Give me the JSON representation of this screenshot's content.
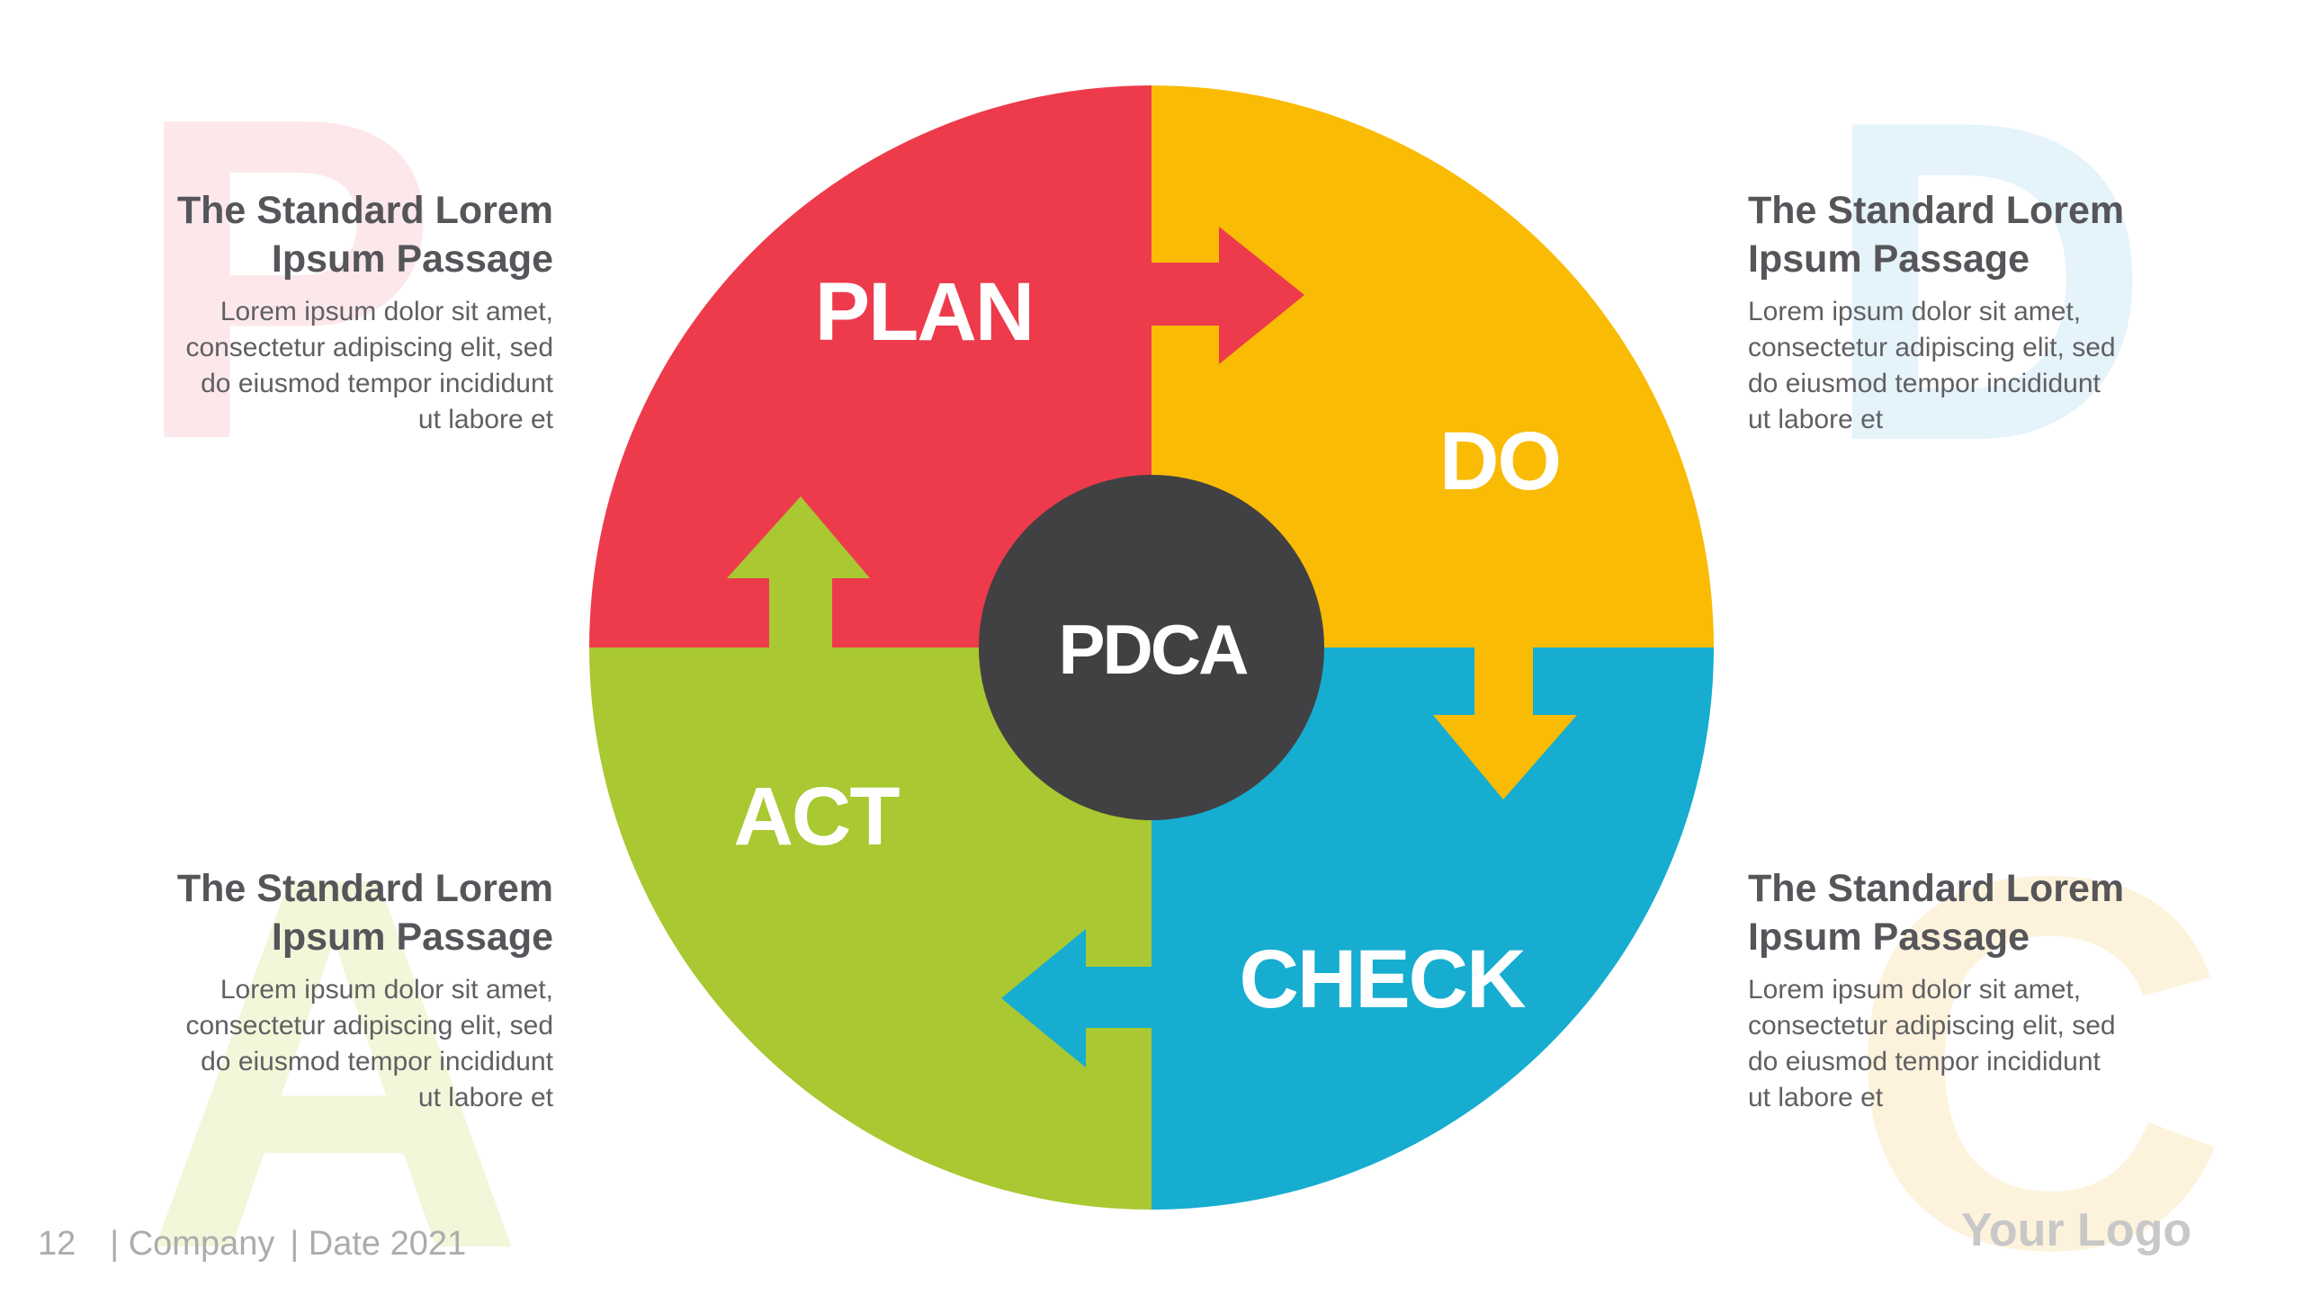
{
  "diagram": {
    "center_label": "PDCA",
    "center_color": "#414042",
    "segments": [
      {
        "label": "PLAN",
        "color": "#ED3B4C",
        "watermark": "P",
        "watermark_color": "#FCE8EA"
      },
      {
        "label": "DO",
        "color": "#F9BB04",
        "watermark": "D",
        "watermark_color": "#E5F3FA"
      },
      {
        "label": "CHECK",
        "color": "#16ADD0",
        "watermark": "C",
        "watermark_color": "#FDF3DC"
      },
      {
        "label": "ACT",
        "color": "#A9C831",
        "watermark": "A",
        "watermark_color": "#F4F6DA"
      }
    ]
  },
  "blocks": {
    "top_left": {
      "heading": "The Standard Lorem\nIpsum Passage",
      "body": "Lorem ipsum dolor sit amet,\nconsectetur adipiscing elit, sed\ndo eiusmod tempor incididunt\nut labore et"
    },
    "top_right": {
      "heading": "The Standard Lorem\nIpsum Passage",
      "body": "Lorem ipsum dolor sit amet,\nconsectetur adipiscing elit, sed\ndo eiusmod tempor incididunt\nut labore et"
    },
    "bottom_left": {
      "heading": "The Standard Lorem\nIpsum Passage",
      "body": "Lorem ipsum dolor sit amet,\nconsectetur adipiscing elit, sed\ndo eiusmod tempor incididunt\nut labore et"
    },
    "bottom_right": {
      "heading": "The Standard Lorem\nIpsum Passage",
      "body": "Lorem ipsum dolor sit amet,\nconsectetur adipiscing elit, sed\ndo eiusmod tempor incididunt\nut labore et"
    }
  },
  "footer": {
    "page_number": "12",
    "company": "| Company",
    "date": "| Date 2021",
    "logo_text": "Your Logo"
  }
}
